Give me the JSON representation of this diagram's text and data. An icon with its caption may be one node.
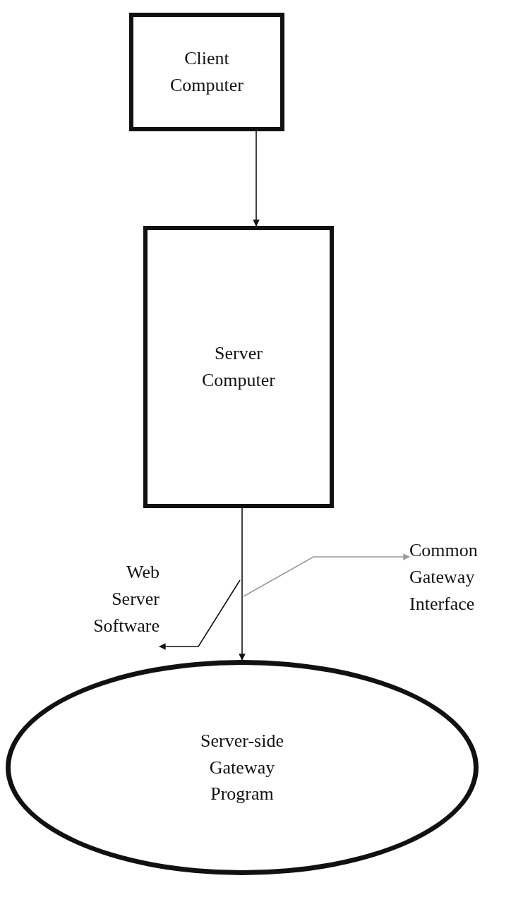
{
  "diagram": {
    "nodes": [
      {
        "text": [
          "Client Computer"
        ]
      },
      {
        "text": [
          "Server Computer"
        ]
      },
      {
        "text": [
          "Server-side Gateway Program"
        ]
      },
      {
        "text": [
          "Web Server Software"
        ]
      },
      {
        "text": [
          "Common Gateway Interface"
        ]
      }
    ],
    "edges": [
      {
        "from": 0,
        "to": 1,
        "arrow": "to"
      },
      {
        "from": 1,
        "to": 2,
        "arrow": "to"
      },
      {
        "from": null,
        "to": 3,
        "arrow": "to"
      },
      {
        "from": null,
        "to": 4,
        "arrow": "to",
        "color": "#999999"
      }
    ]
  }
}
